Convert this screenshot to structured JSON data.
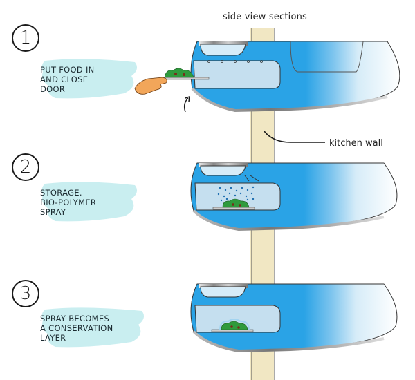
{
  "title": "side view sections",
  "wall_label": "kitchen wall",
  "steps": [
    {
      "number": "1",
      "text_lines": [
        "PUT FOOD IN",
        "AND CLOSE",
        "DOOR"
      ]
    },
    {
      "number": "2",
      "text_lines": [
        "STORAGE.",
        "BIO-POLYMER",
        "SPRAY"
      ]
    },
    {
      "number": "3",
      "text_lines": [
        "SPRAY BECOMES",
        "A CONSERVATION",
        "LAYER"
      ]
    }
  ],
  "colors": {
    "note_highlight": "#c9eef0",
    "water_blue": "#2aa3e6",
    "light_blue": "#cfe8f6",
    "wall_beige": "#efe3b8",
    "food_green": "#2f9a3c",
    "hand_orange": "#f2a65a",
    "outline": "#1a1a1a"
  }
}
